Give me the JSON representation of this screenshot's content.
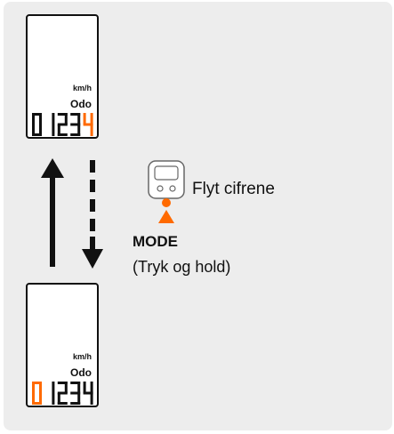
{
  "top_display": {
    "unit": "km/h",
    "mode_label": "Odo",
    "digits": [
      "0",
      "1",
      "2",
      "3",
      "4"
    ],
    "highlight_index": 4
  },
  "bottom_display": {
    "unit": "km/h",
    "mode_label": "Odo",
    "digits": [
      "0",
      "1",
      "2",
      "3",
      "4"
    ],
    "highlight_index": 0
  },
  "instruction": {
    "action_text": "Flyt cifrene",
    "button_name": "MODE",
    "button_hint": "(Tryk og hold)"
  },
  "colors": {
    "accent": "#ff6a00",
    "ink": "#111111",
    "panel": "#ededed",
    "button_outline": "#666666"
  },
  "icons": [
    "up-arrow-icon",
    "dashed-down-arrow-icon",
    "mode-button-icon",
    "press-indicator-icon"
  ]
}
